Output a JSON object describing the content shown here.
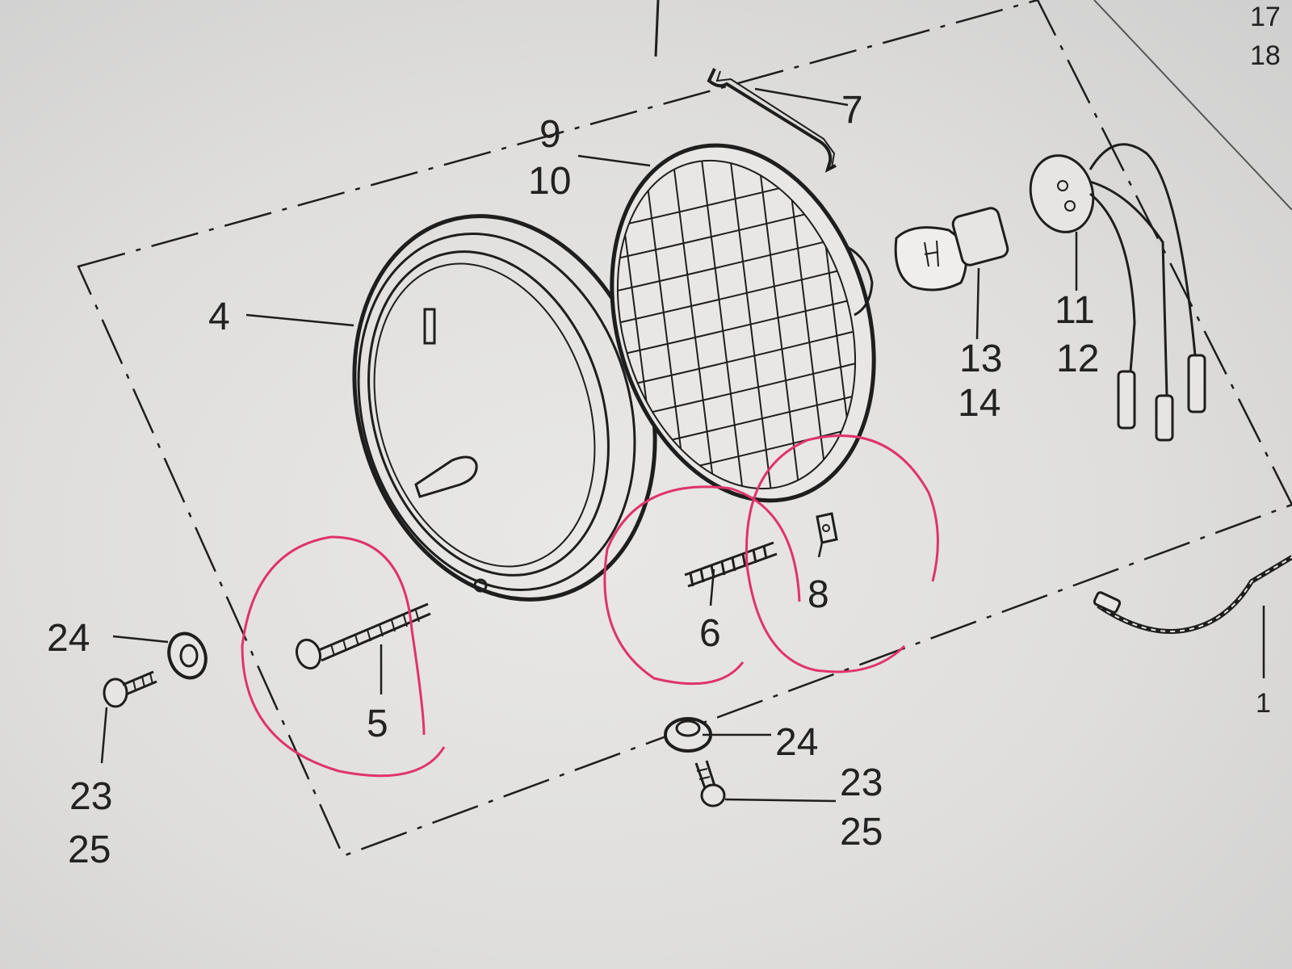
{
  "colors": {
    "paper": "#e6e5e3",
    "ink": "#1e1e1e",
    "annotation": "#e0336a"
  },
  "callouts": {
    "c1": "1",
    "c4": "4",
    "c5": "5",
    "c6": "6",
    "c7": "7",
    "c8": "8",
    "c9": "9",
    "c10": "10",
    "c11": "11",
    "c12": "12",
    "c13": "13",
    "c14": "14",
    "c17": "17",
    "c18": "18",
    "c23_left": "23",
    "c25_left": "25",
    "c24_left": "24",
    "c24_bottom": "24",
    "c23_bottom": "23",
    "c25_bottom": "25"
  },
  "parts": [
    {
      "name": "headlight-rim",
      "callout": "4"
    },
    {
      "name": "adjusting-screw",
      "callout": "5"
    },
    {
      "name": "spring",
      "callout": "6"
    },
    {
      "name": "retaining-wire",
      "callout": "7"
    },
    {
      "name": "nut-clip",
      "callout": "8"
    },
    {
      "name": "sealed-beam-unit",
      "callout": "9 / 10"
    },
    {
      "name": "bulb-socket",
      "callout": "11 / 12"
    },
    {
      "name": "bulb",
      "callout": "13 / 14"
    },
    {
      "name": "grommet",
      "callout": "24"
    },
    {
      "name": "screw",
      "callout": "23 / 25"
    }
  ]
}
